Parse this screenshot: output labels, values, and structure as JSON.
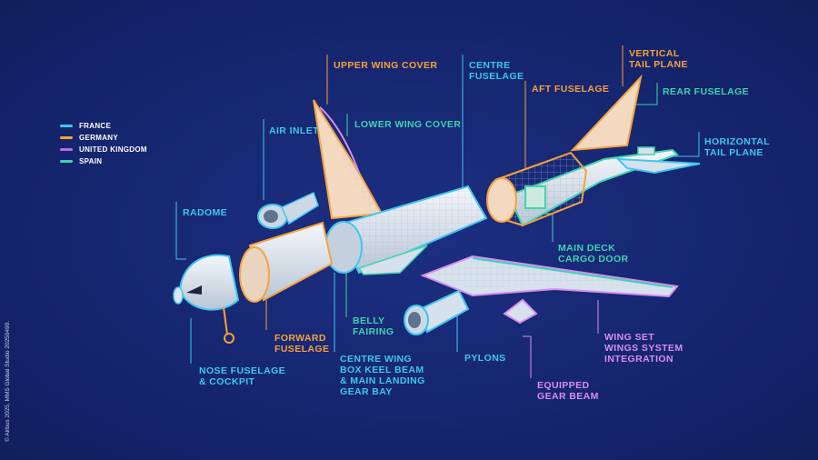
{
  "legend": [
    {
      "label": "FRANCE",
      "color": "#3ec7ee"
    },
    {
      "label": "GERMANY",
      "color": "#f7a23c"
    },
    {
      "label": "UNITED KINGDOM",
      "color": "#b46ee8"
    },
    {
      "label": "SPAIN",
      "color": "#3fd3b0"
    }
  ],
  "labels": {
    "upper_wing_cover": "UPPER WING COVER",
    "centre_fuselage": "CENTRE\nFUSELAGE",
    "vertical_tail_plane": "VERTICAL\nTAIL PLANE",
    "aft_fuselage": "AFT FUSELAGE",
    "rear_fuselage": "REAR FUSELAGE",
    "air_inlet": "AIR INLET",
    "lower_wing_cover": "LOWER WING COVER",
    "horizontal_tail_plane": "HORIZONTAL\nTAIL PLANE",
    "radome": "RADOME",
    "main_deck_cargo_door": "MAIN DECK\nCARGO DOOR",
    "belly_fairing": "BELLY\nFAIRING",
    "forward_fuselage": "FORWARD\nFUSELAGE",
    "wing_set": "WING SET\nWINGS SYSTEM\nINTEGRATION",
    "pylons": "PYLONS",
    "centre_wing_box": "CENTRE WING\nBOX KEEL BEAM\n& MAIN LANDING\nGEAR BAY",
    "nose_fuselage": "NOSE FUSELAGE\n& COCKPIT",
    "equipped_gear_beam": "EQUIPPED\nGEAR BEAM"
  },
  "credit": "© Airbus 2025, MMS Global Studio 20250490."
}
